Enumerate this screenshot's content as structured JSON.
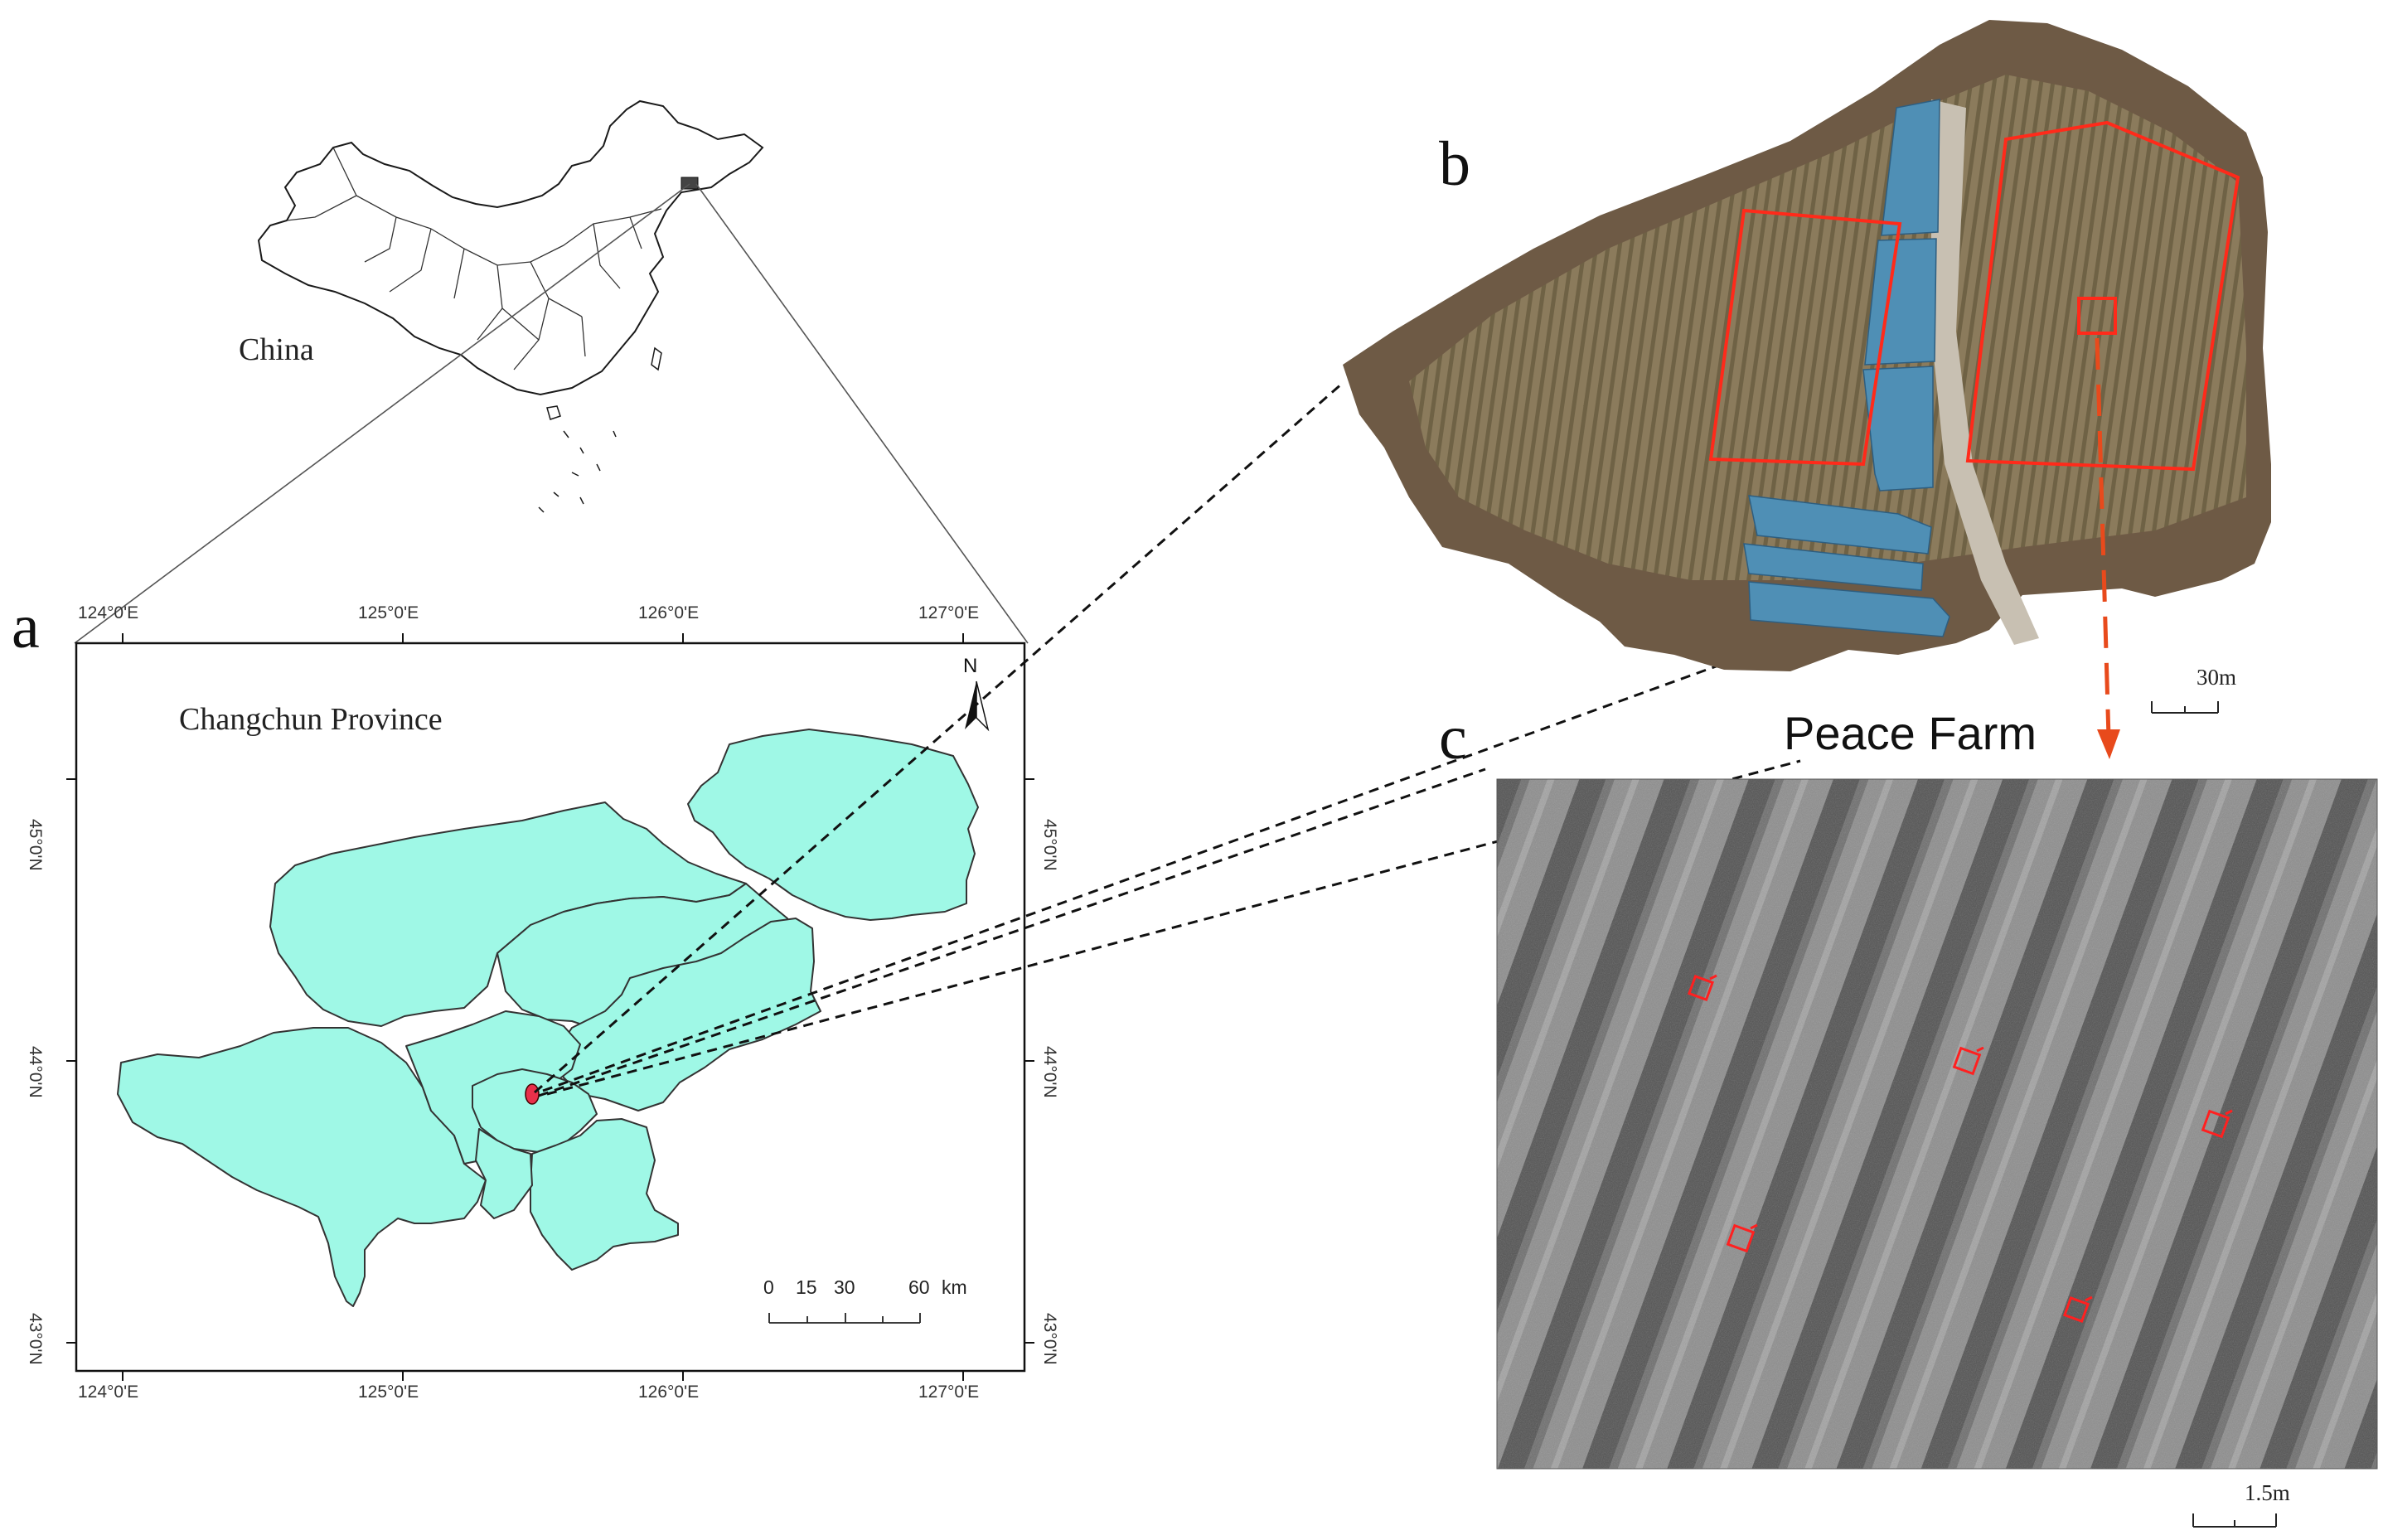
{
  "panels": {
    "a": "a",
    "b": "b",
    "c": "c"
  },
  "inset": {
    "country_label": "China"
  },
  "map_a": {
    "region_label": "Changchun Province",
    "north_label": "N",
    "lon_ticks": [
      "124°0'E",
      "125°0'E",
      "126°0'E",
      "127°0'E"
    ],
    "lat_ticks": [
      "45°0'N",
      "44°0'N",
      "43°0'N"
    ],
    "scalebar": {
      "numbers": [
        "0",
        "15",
        "30",
        "60"
      ],
      "unit": "km"
    },
    "fill_color": "#9ff8e6",
    "marker_color": "#e8304a"
  },
  "map_b": {
    "scalebar_label": "30m",
    "site_label": "Peace Farm",
    "outline_color": "#ff2a1a"
  },
  "map_c": {
    "scalebar_label": "1.5m",
    "plot_color": "#ff2020",
    "arrow_color": "#e84a1c"
  }
}
